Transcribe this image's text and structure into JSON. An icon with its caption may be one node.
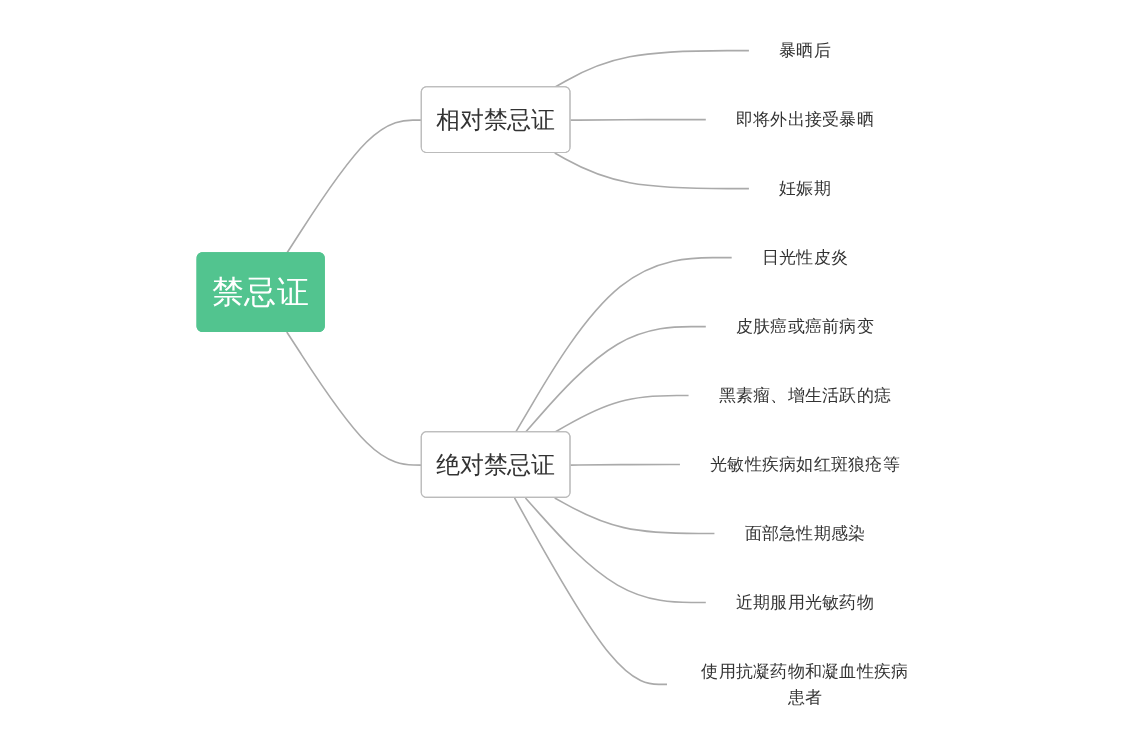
{
  "diagram": {
    "nodes": [
      {
        "text": [
          "禁忌证"
        ]
      },
      {
        "text": [
          "相对禁忌证"
        ]
      },
      {
        "text": [
          "绝对禁忌证"
        ]
      },
      {
        "text": [
          "暴晒后"
        ]
      },
      {
        "text": [
          "即将外出接受暴晒"
        ]
      },
      {
        "text": [
          "妊娠期"
        ]
      },
      {
        "text": [
          "日光性皮炎"
        ]
      },
      {
        "text": [
          "皮肤癌或癌前病变"
        ]
      },
      {
        "text": [
          "黑素瘤、增生活跃的痣"
        ]
      },
      {
        "text": [
          "光敏性疾病如红斑狼疮等"
        ]
      },
      {
        "text": [
          "面部急性期感染"
        ]
      },
      {
        "text": [
          "近期服用光敏药物"
        ]
      },
      {
        "text": [
          "使用抗凝药物和凝血性疾病患者"
        ]
      }
    ],
    "edges": [
      {
        "from": 0,
        "to": 1,
        "arrow": "none"
      },
      {
        "from": 0,
        "to": 2,
        "arrow": "none"
      },
      {
        "from": 1,
        "to": 3,
        "arrow": "none"
      },
      {
        "from": 1,
        "to": 4,
        "arrow": "none"
      },
      {
        "from": 1,
        "to": 5,
        "arrow": "none"
      },
      {
        "from": 2,
        "to": 6,
        "arrow": "none"
      },
      {
        "from": 2,
        "to": 7,
        "arrow": "none"
      },
      {
        "from": 2,
        "to": 8,
        "arrow": "none"
      },
      {
        "from": 2,
        "to": 9,
        "arrow": "none"
      },
      {
        "from": 2,
        "to": 10,
        "arrow": "none"
      },
      {
        "from": 2,
        "to": 11,
        "arrow": "none"
      },
      {
        "from": 2,
        "to": 12,
        "arrow": "none"
      }
    ]
  }
}
